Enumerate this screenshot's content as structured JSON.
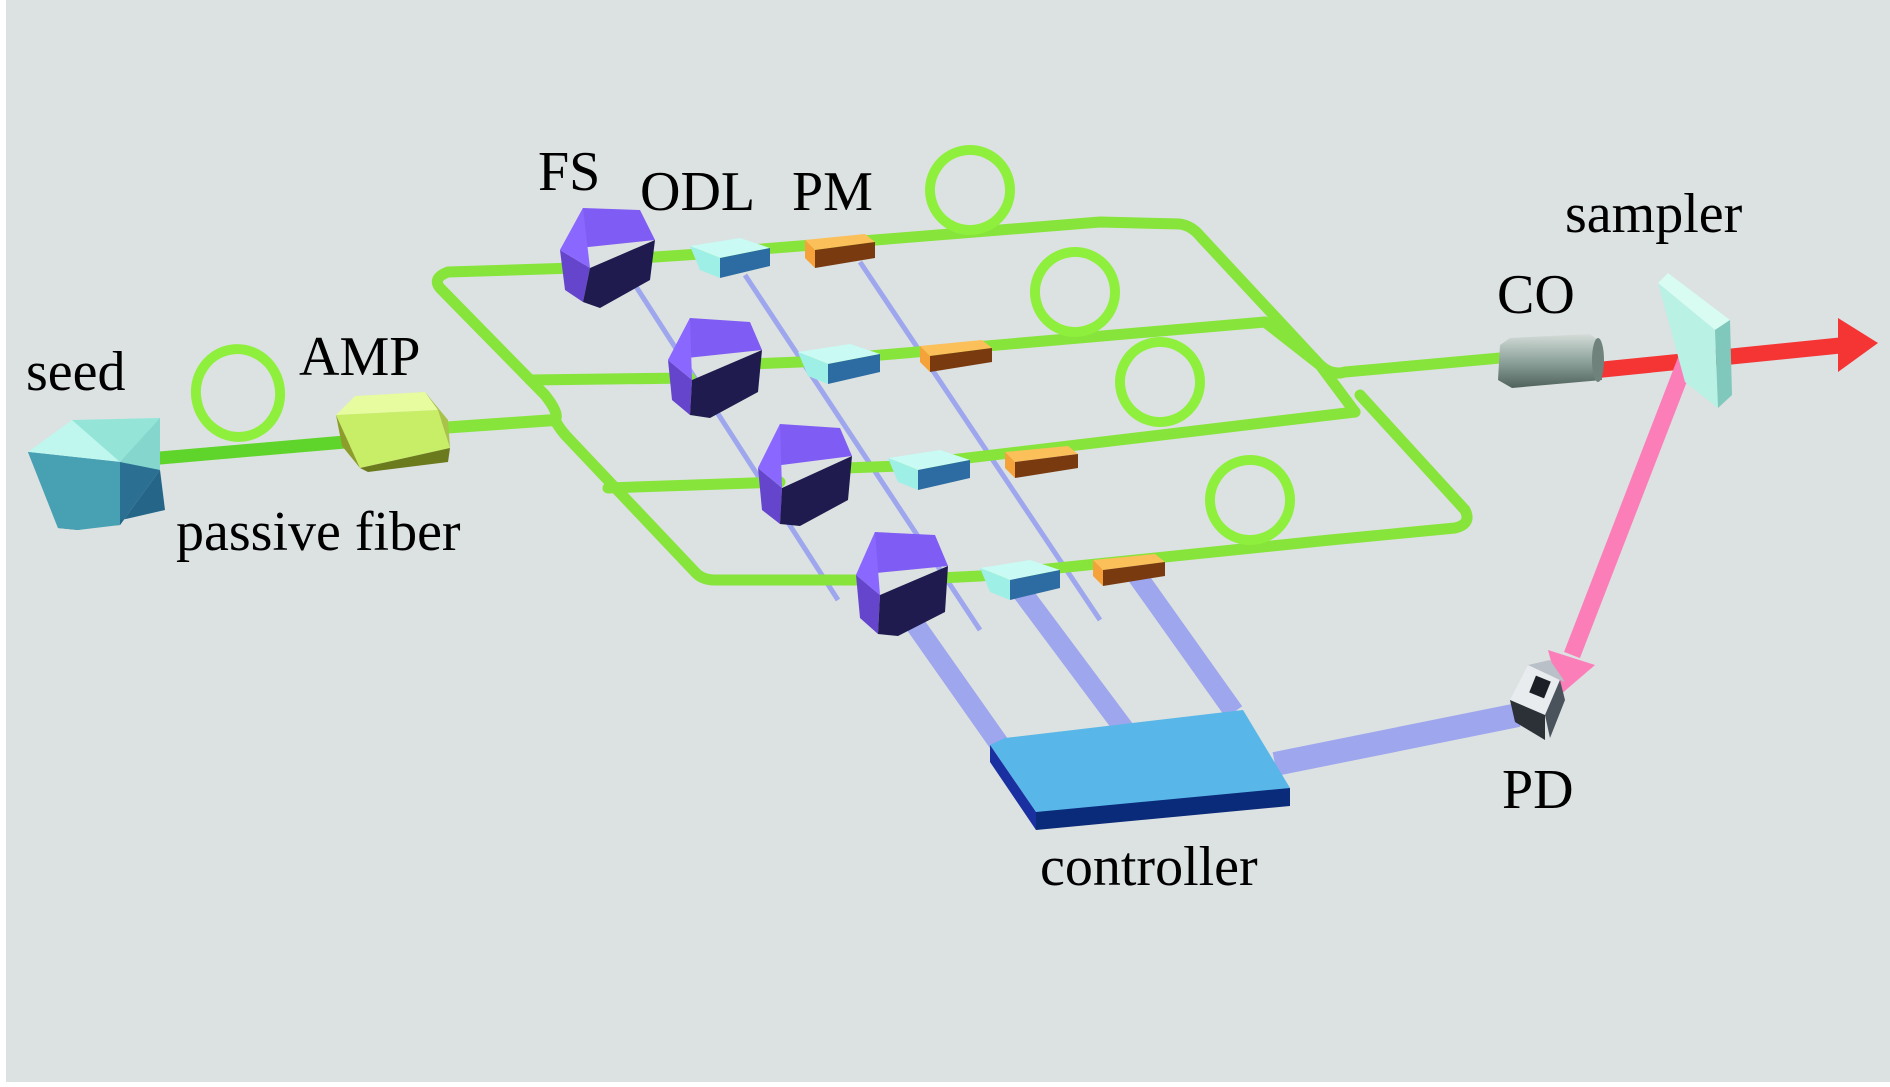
{
  "labels": {
    "seed": "seed",
    "passive_fiber": "passive fiber",
    "amp": "AMP",
    "fs": "FS",
    "odl": "ODL",
    "pm": "PM",
    "sampler": "sampler",
    "co": "CO",
    "pd": "PD",
    "controller": "controller"
  },
  "colors": {
    "background": "#dce1e1",
    "fiber": "#86e43a",
    "fiber_dark": "#5cb823",
    "control_line": "#9ea6ee",
    "output_beam": "#f53434",
    "sample_beam": "#fb7eb8",
    "seed_box": "#8fe2d5",
    "amp_box": "#c7ee66",
    "fs_box": "#7f5cf4",
    "odl_box": "#9ef0e6",
    "pm_box": "#f6a23a",
    "controller_box": "#58b7e8"
  }
}
